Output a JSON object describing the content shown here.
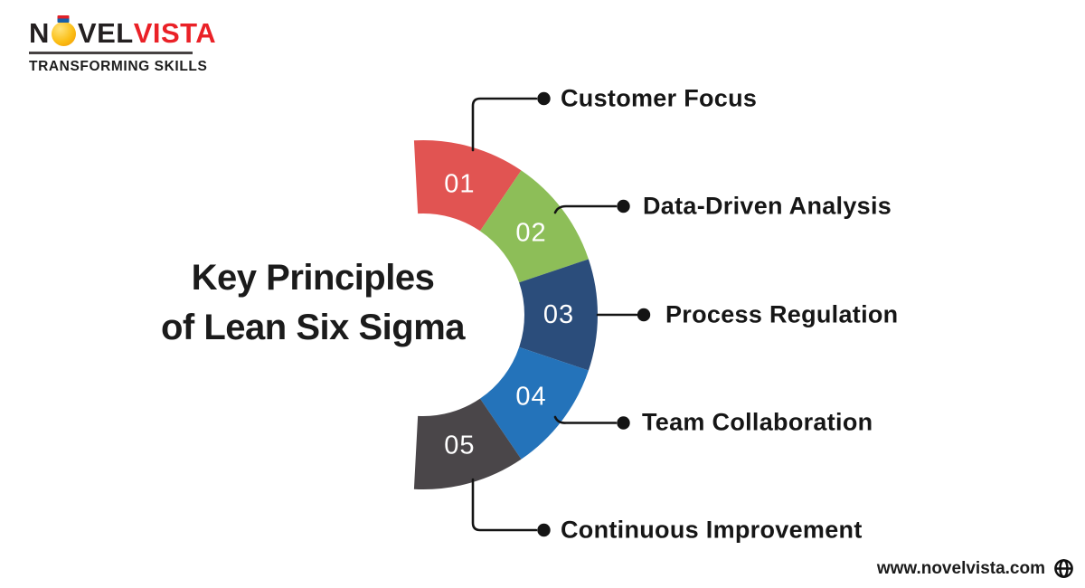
{
  "logo": {
    "part1": "N",
    "part2": "VEL",
    "part3": "VISTA",
    "tagline": "TRANSFORMING SKILLS"
  },
  "title": {
    "line1": "Key Principles",
    "line2": "of Lean Six Sigma"
  },
  "diagram": {
    "segments": [
      {
        "number": "01",
        "label": "Customer Focus",
        "color": "#e15452"
      },
      {
        "number": "02",
        "label": "Data-Driven Analysis",
        "color": "#8dbe58"
      },
      {
        "number": "03",
        "label": "Process Regulation",
        "color": "#2b4d7b"
      },
      {
        "number": "04",
        "label": "Team Collaboration",
        "color": "#2473ba"
      },
      {
        "number": "05",
        "label": "Continuous Improvement",
        "color": "#4a4649"
      }
    ],
    "number_text_color": "#ffffff",
    "connector_color": "#141414"
  },
  "chart_data": {
    "type": "pie",
    "subtype": "half-donut-gauge",
    "categories": [
      "Customer Focus",
      "Data-Driven Analysis",
      "Process Regulation",
      "Team Collaboration",
      "Continuous Improvement"
    ],
    "values": [
      1,
      1,
      1,
      1,
      1
    ],
    "labels_on_slices": [
      "01",
      "02",
      "03",
      "04",
      "05"
    ],
    "colors": [
      "#e15452",
      "#8dbe58",
      "#2b4d7b",
      "#2473ba",
      "#4a4649"
    ],
    "title": "Key Principles of Lean Six Sigma",
    "legend_position": "callout-right"
  },
  "footer": {
    "website": "www.novelvista.com"
  }
}
